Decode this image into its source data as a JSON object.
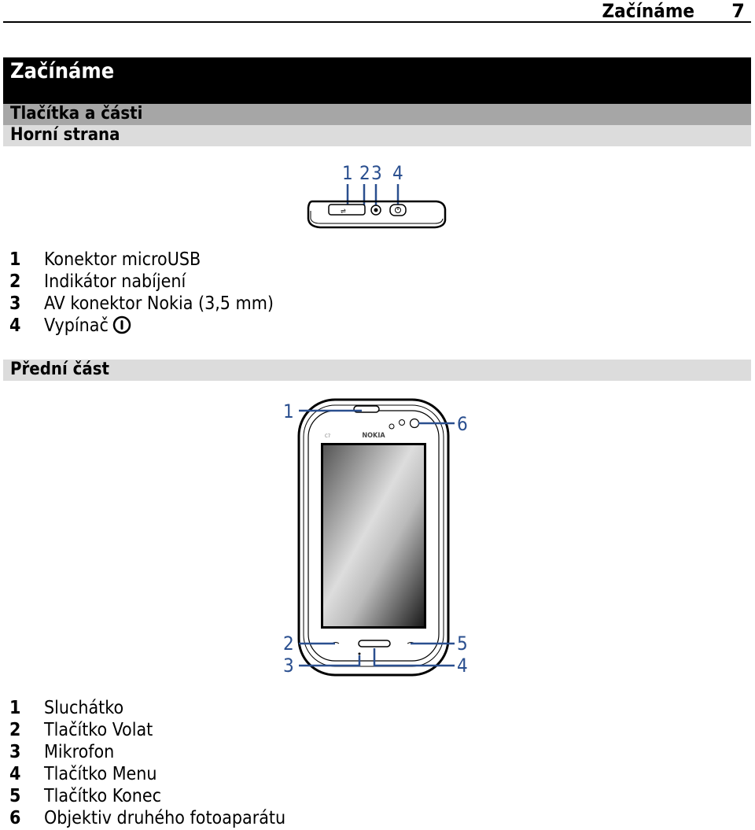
{
  "header": {
    "title": "Začínáme",
    "page_number": "7"
  },
  "chapter_title": "Začínáme",
  "section_title": "Tlačítka a části",
  "top_view": {
    "title": "Horní strana",
    "callouts": [
      "1",
      "2",
      "3",
      "4"
    ],
    "legend": [
      {
        "num": "1",
        "text": "Konektor microUSB"
      },
      {
        "num": "2",
        "text": "Indikátor nabíjení"
      },
      {
        "num": "3",
        "text": "AV konektor Nokia (3,5 mm)"
      },
      {
        "num": "4",
        "text": "Vypínač",
        "icon": "power-icon"
      }
    ]
  },
  "front_view": {
    "title": "Přední část",
    "brand_text": "NOKIA",
    "model_text": "C7",
    "callouts": [
      "1",
      "2",
      "3",
      "4",
      "5",
      "6"
    ],
    "legend": [
      {
        "num": "1",
        "text": "Sluchátko"
      },
      {
        "num": "2",
        "text": "Tlačítko Volat"
      },
      {
        "num": "3",
        "text": "Mikrofon"
      },
      {
        "num": "4",
        "text": "Tlačítko Menu"
      },
      {
        "num": "5",
        "text": "Tlačítko Konec"
      },
      {
        "num": "6",
        "text": "Objektiv druhého fotoaparátu"
      }
    ]
  },
  "colors": {
    "callout_blue": "#2a4f8f",
    "chapter_bar": "#000000",
    "section_bar": "#a6a6a6",
    "sub_bar": "#dcdcdc"
  }
}
